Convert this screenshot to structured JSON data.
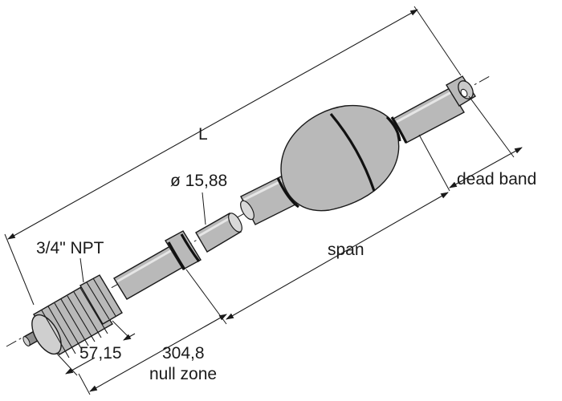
{
  "drawing": {
    "overall_length_label": "L",
    "diameter_label": "ø 15,88",
    "thread_label": "3/4\" NPT",
    "span_label": "span",
    "dead_band_label": "dead band",
    "fitting_length_label": "57,15",
    "null_zone_value_label": "304,8",
    "null_zone_label": "null zone",
    "colors": {
      "line": "#1a1a1a",
      "sensor_body": "#b9b9b9",
      "float_band": "#111111",
      "background": "#ffffff"
    }
  }
}
